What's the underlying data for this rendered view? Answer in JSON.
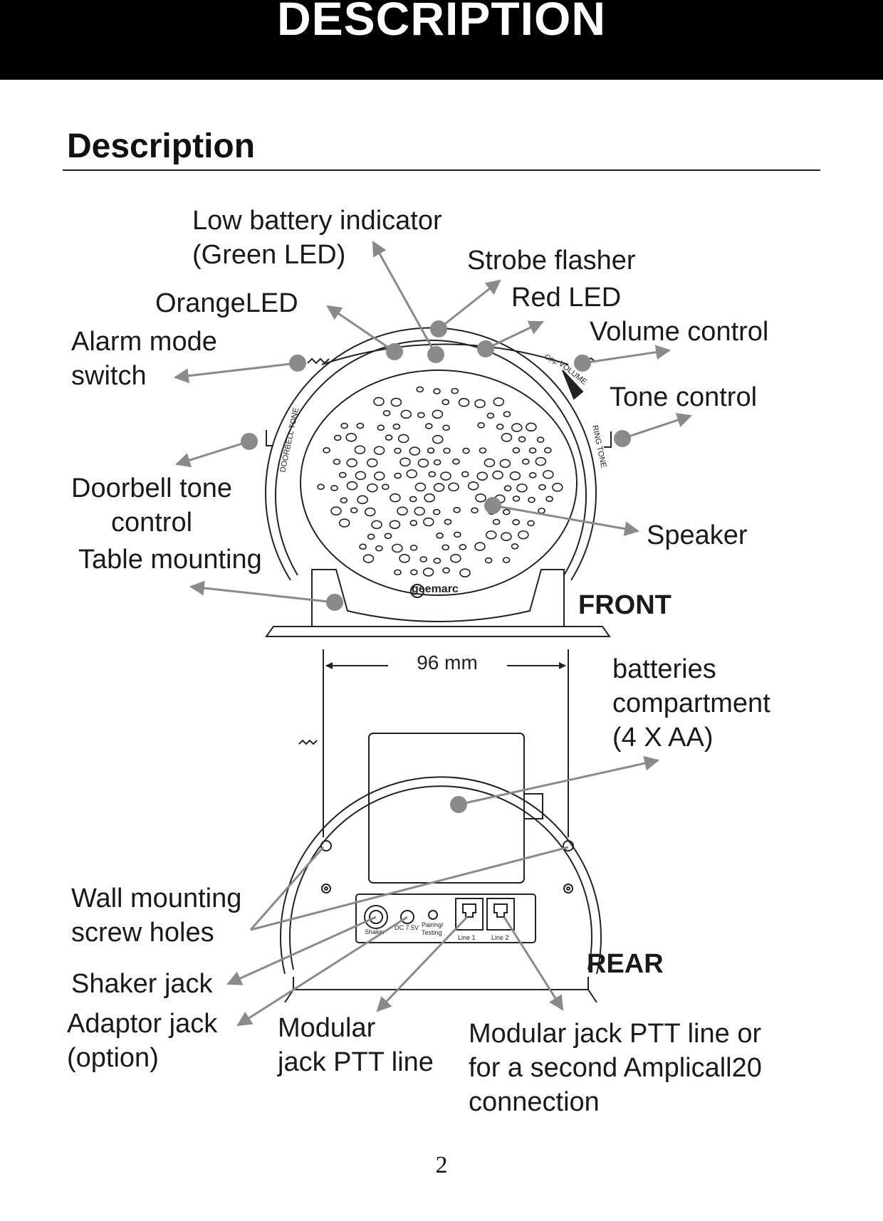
{
  "header": {
    "banner": "DESCRIPTION",
    "section_title": "Description"
  },
  "front": {
    "view_label": "FRONT",
    "labels": {
      "low_battery": "Low battery indicator\n(Green LED)",
      "strobe": "Strobe flasher",
      "orange_led": "OrangeLED",
      "red_led": "Red LED",
      "volume_control": "Volume control",
      "alarm_mode": "Alarm mode\nswitch",
      "tone_control": "Tone control",
      "doorbell_tone": "Doorbell tone\ncontrol",
      "speaker": "Speaker",
      "table_mounting": "Table mounting"
    },
    "device_text": {
      "brand": "geemarc",
      "volume": "VOLUME",
      "off": "OFF",
      "doorbell_tone": "DOORBELL TONE",
      "ring_tone": "RING TONE"
    }
  },
  "rear": {
    "view_label": "REAR",
    "dimension": "96 mm",
    "labels": {
      "batteries": "batteries\ncompartment\n(4 X AA)",
      "wall_mounting": "Wall mounting\nscrew holes",
      "shaker_jack": "Shaker jack",
      "adaptor_jack": "Adaptor jack\n(option)",
      "modular_jack": "Modular\njack PTT line",
      "modular_jack_2": "Modular jack PTT line or\nfor a second Amplicall20\nconnection"
    },
    "device_text": {
      "shaker": "Shaker",
      "dc": "DC 7.5V",
      "pairing": "Pairing/",
      "testing": "Testing",
      "line1": "Line 1",
      "line2": "Line 2"
    }
  },
  "page_number": "2"
}
